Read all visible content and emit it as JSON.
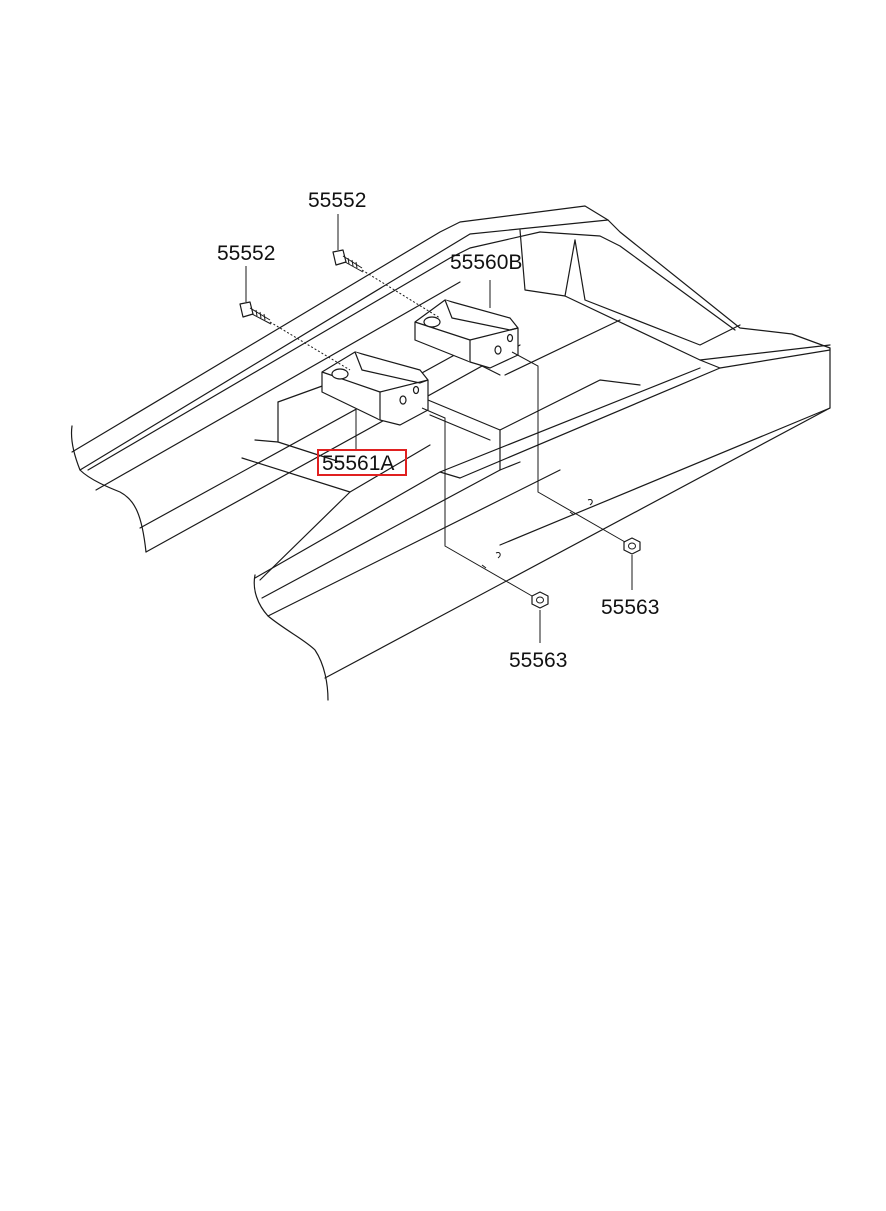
{
  "diagram": {
    "callouts": {
      "bolt_upper": "55552",
      "bolt_lower": "55552",
      "bracket_right": "55560B",
      "bracket_left": "55561A",
      "nut_right": "55563",
      "nut_left": "55563"
    },
    "highlight": {
      "label": "55561A",
      "color": "#e02020"
    }
  }
}
